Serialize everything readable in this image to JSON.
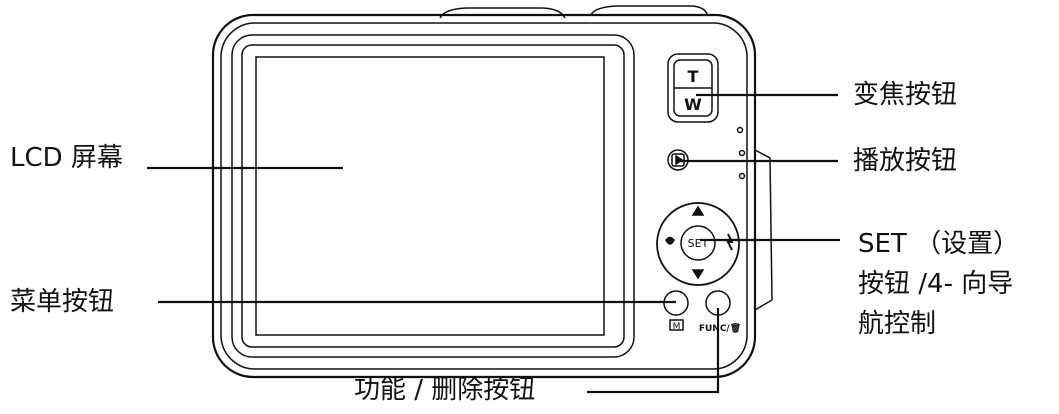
{
  "labels": {
    "lcd": "LCD 屏幕",
    "zoom": "变焦按钮",
    "playback": "播放按钮",
    "set_line1": "SET （设置）",
    "set_line2": "按钮 /4- 向导",
    "set_line3": "航控制",
    "menu": "菜单按钮",
    "func": "功能 / 删除按钮"
  },
  "camera_marks": {
    "zoom_t": "T",
    "zoom_w": "W",
    "set": "SET",
    "menu_mark": "M",
    "func_mark": "FUNC/🗑"
  }
}
